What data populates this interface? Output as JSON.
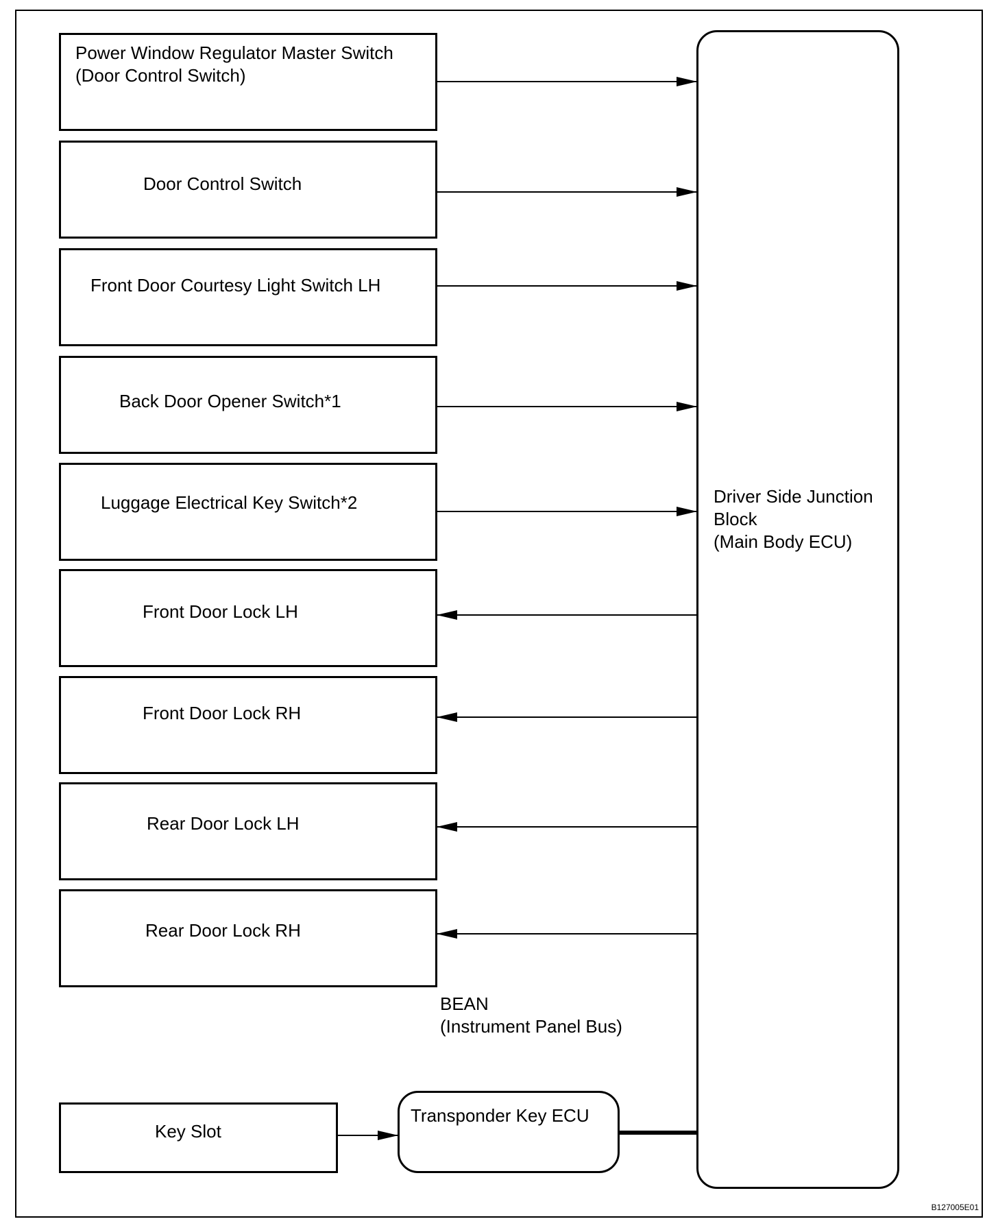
{
  "components": {
    "master_switch": {
      "line1": "Power Window Regulator Master Switch",
      "line2": "(Door Control Switch)"
    },
    "door_control_switch": {
      "label": "Door Control Switch"
    },
    "courtesy_switch": {
      "label": "Front Door Courtesy Light Switch LH"
    },
    "back_door_opener": {
      "label": "Back Door Opener Switch*1"
    },
    "luggage_key_switch": {
      "label": "Luggage Electrical Key Switch*2"
    },
    "front_lock_lh": {
      "label": "Front Door Lock LH"
    },
    "front_lock_rh": {
      "label": "Front Door Lock RH"
    },
    "rear_lock_lh": {
      "label": "Rear Door Lock LH"
    },
    "rear_lock_rh": {
      "label": "Rear Door Lock RH"
    },
    "key_slot": {
      "label": "Key Slot"
    },
    "transponder_ecu": {
      "label": "Transponder Key ECU"
    },
    "main_ecu": {
      "line1": "Driver Side Junction",
      "line2": "Block",
      "line3": "(Main Body ECU)"
    }
  },
  "bus": {
    "line1": "BEAN",
    "line2": "(Instrument Panel Bus)"
  },
  "part_number": "B127005E01",
  "connections": [
    {
      "from": "master_switch",
      "to": "main_ecu"
    },
    {
      "from": "door_control_switch",
      "to": "main_ecu"
    },
    {
      "from": "courtesy_switch",
      "to": "main_ecu"
    },
    {
      "from": "back_door_opener",
      "to": "main_ecu"
    },
    {
      "from": "luggage_key_switch",
      "to": "main_ecu"
    },
    {
      "from": "main_ecu",
      "to": "front_lock_lh"
    },
    {
      "from": "main_ecu",
      "to": "front_lock_rh"
    },
    {
      "from": "main_ecu",
      "to": "rear_lock_lh"
    },
    {
      "from": "main_ecu",
      "to": "rear_lock_rh"
    },
    {
      "from": "key_slot",
      "to": "transponder_ecu"
    },
    {
      "from": "transponder_ecu",
      "to": "main_ecu",
      "type": "bus"
    }
  ]
}
